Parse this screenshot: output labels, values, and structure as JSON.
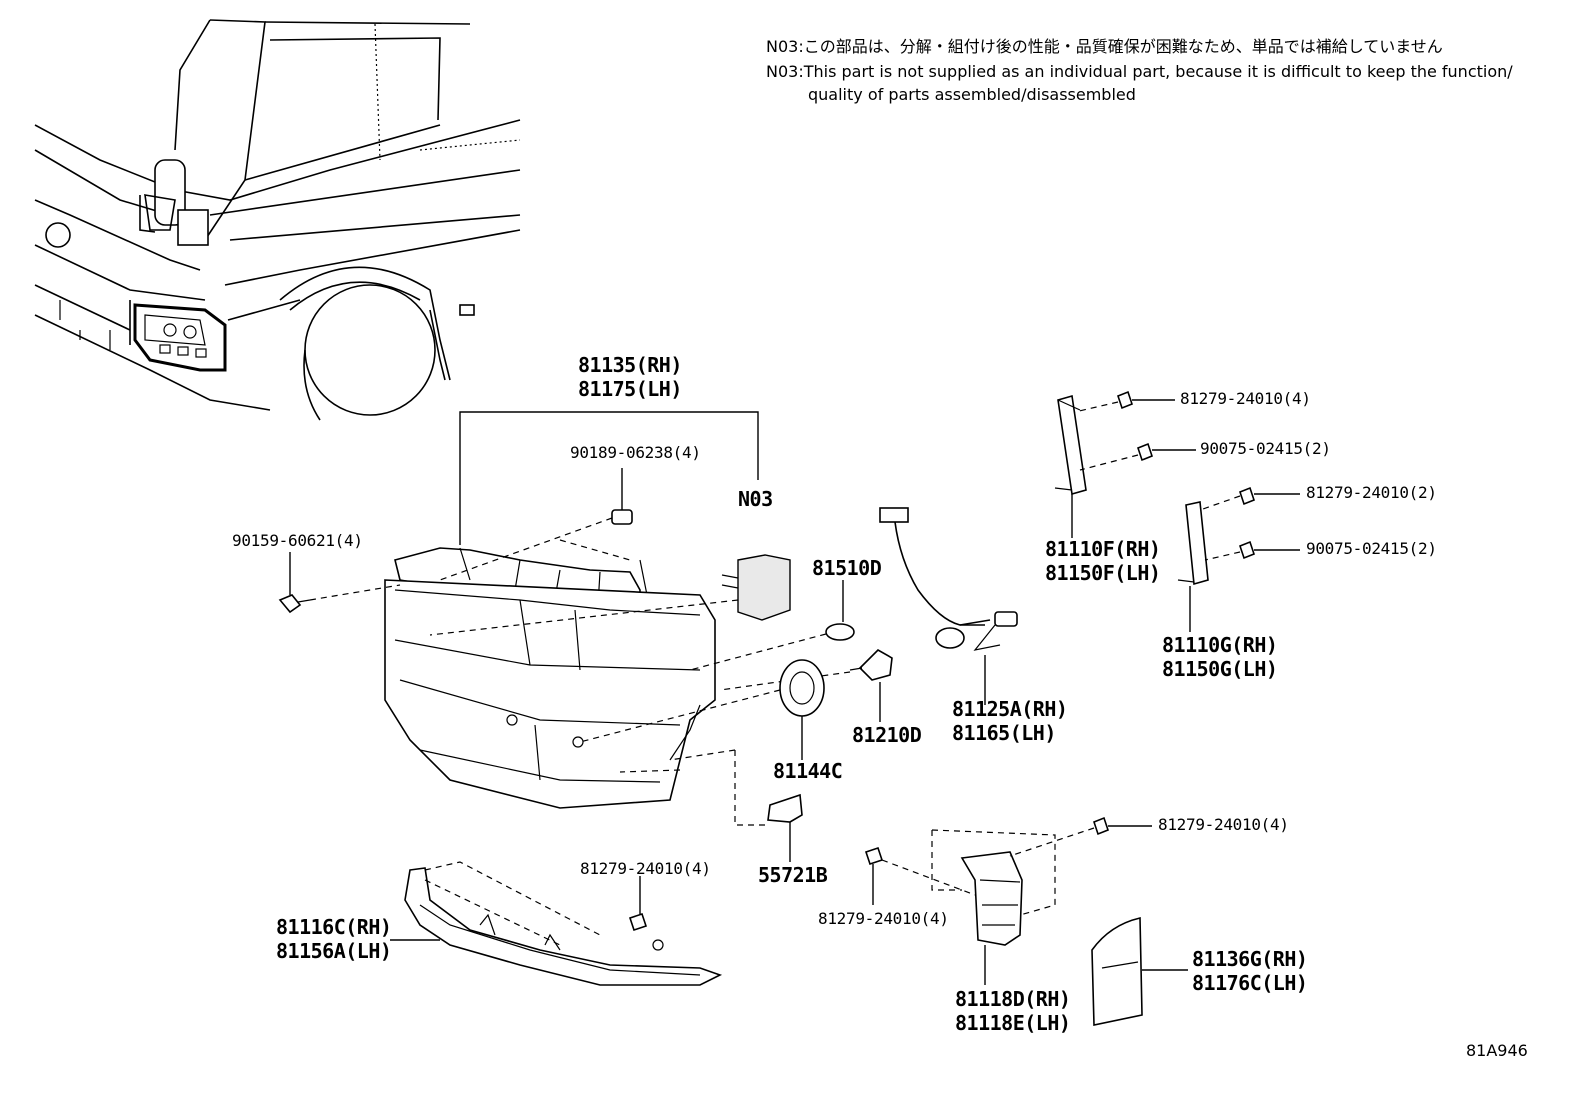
{
  "notes": {
    "jp": "N03:この部品は、分解・組付け後の性能・品質確保が困難なため、単品では補給していません",
    "en_line1": "N03:This part is not supplied as an individual part, because it is difficult to keep the function/",
    "en_line2": "quality of parts assembled/disassembled"
  },
  "labels": {
    "headlamp_rh": "81135(RH)",
    "headlamp_lh": "81175(LH)",
    "screw_90189": "90189-06238(4)",
    "n03": "N03",
    "screw_90159": "90159-60621(4)",
    "bulb_81510d": "81510D",
    "socket_rh": "81125A(RH)",
    "socket_lh": "81165(LH)",
    "bulb_81210d": "81210D",
    "cover_81144c": "81144C",
    "clip_55721b": "55721B",
    "screw_bracket_f_a": "81279-24010(4)",
    "screw_bracket_f_b": "90075-02415(2)",
    "bracket_f_rh": "81110F(RH)",
    "bracket_f_lh": "81150F(LH)",
    "screw_bracket_g_a": "81279-24010(2)",
    "screw_bracket_g_b": "90075-02415(2)",
    "bracket_g_rh": "81110G(RH)",
    "bracket_g_lh": "81150G(LH)",
    "screw_lower_a": "81279-24010(4)",
    "lower_bracket_rh": "81116C(RH)",
    "lower_bracket_lh": "81156A(LH)",
    "screw_side_a": "81279-24010(4)",
    "screw_side_b": "81279-24010(4)",
    "side_bracket_rh": "81118D(RH)",
    "side_bracket_lh": "81118E(LH)",
    "gasket_rh": "81136G(RH)",
    "gasket_lh": "81176C(LH)",
    "diagram_code": "81A946"
  }
}
